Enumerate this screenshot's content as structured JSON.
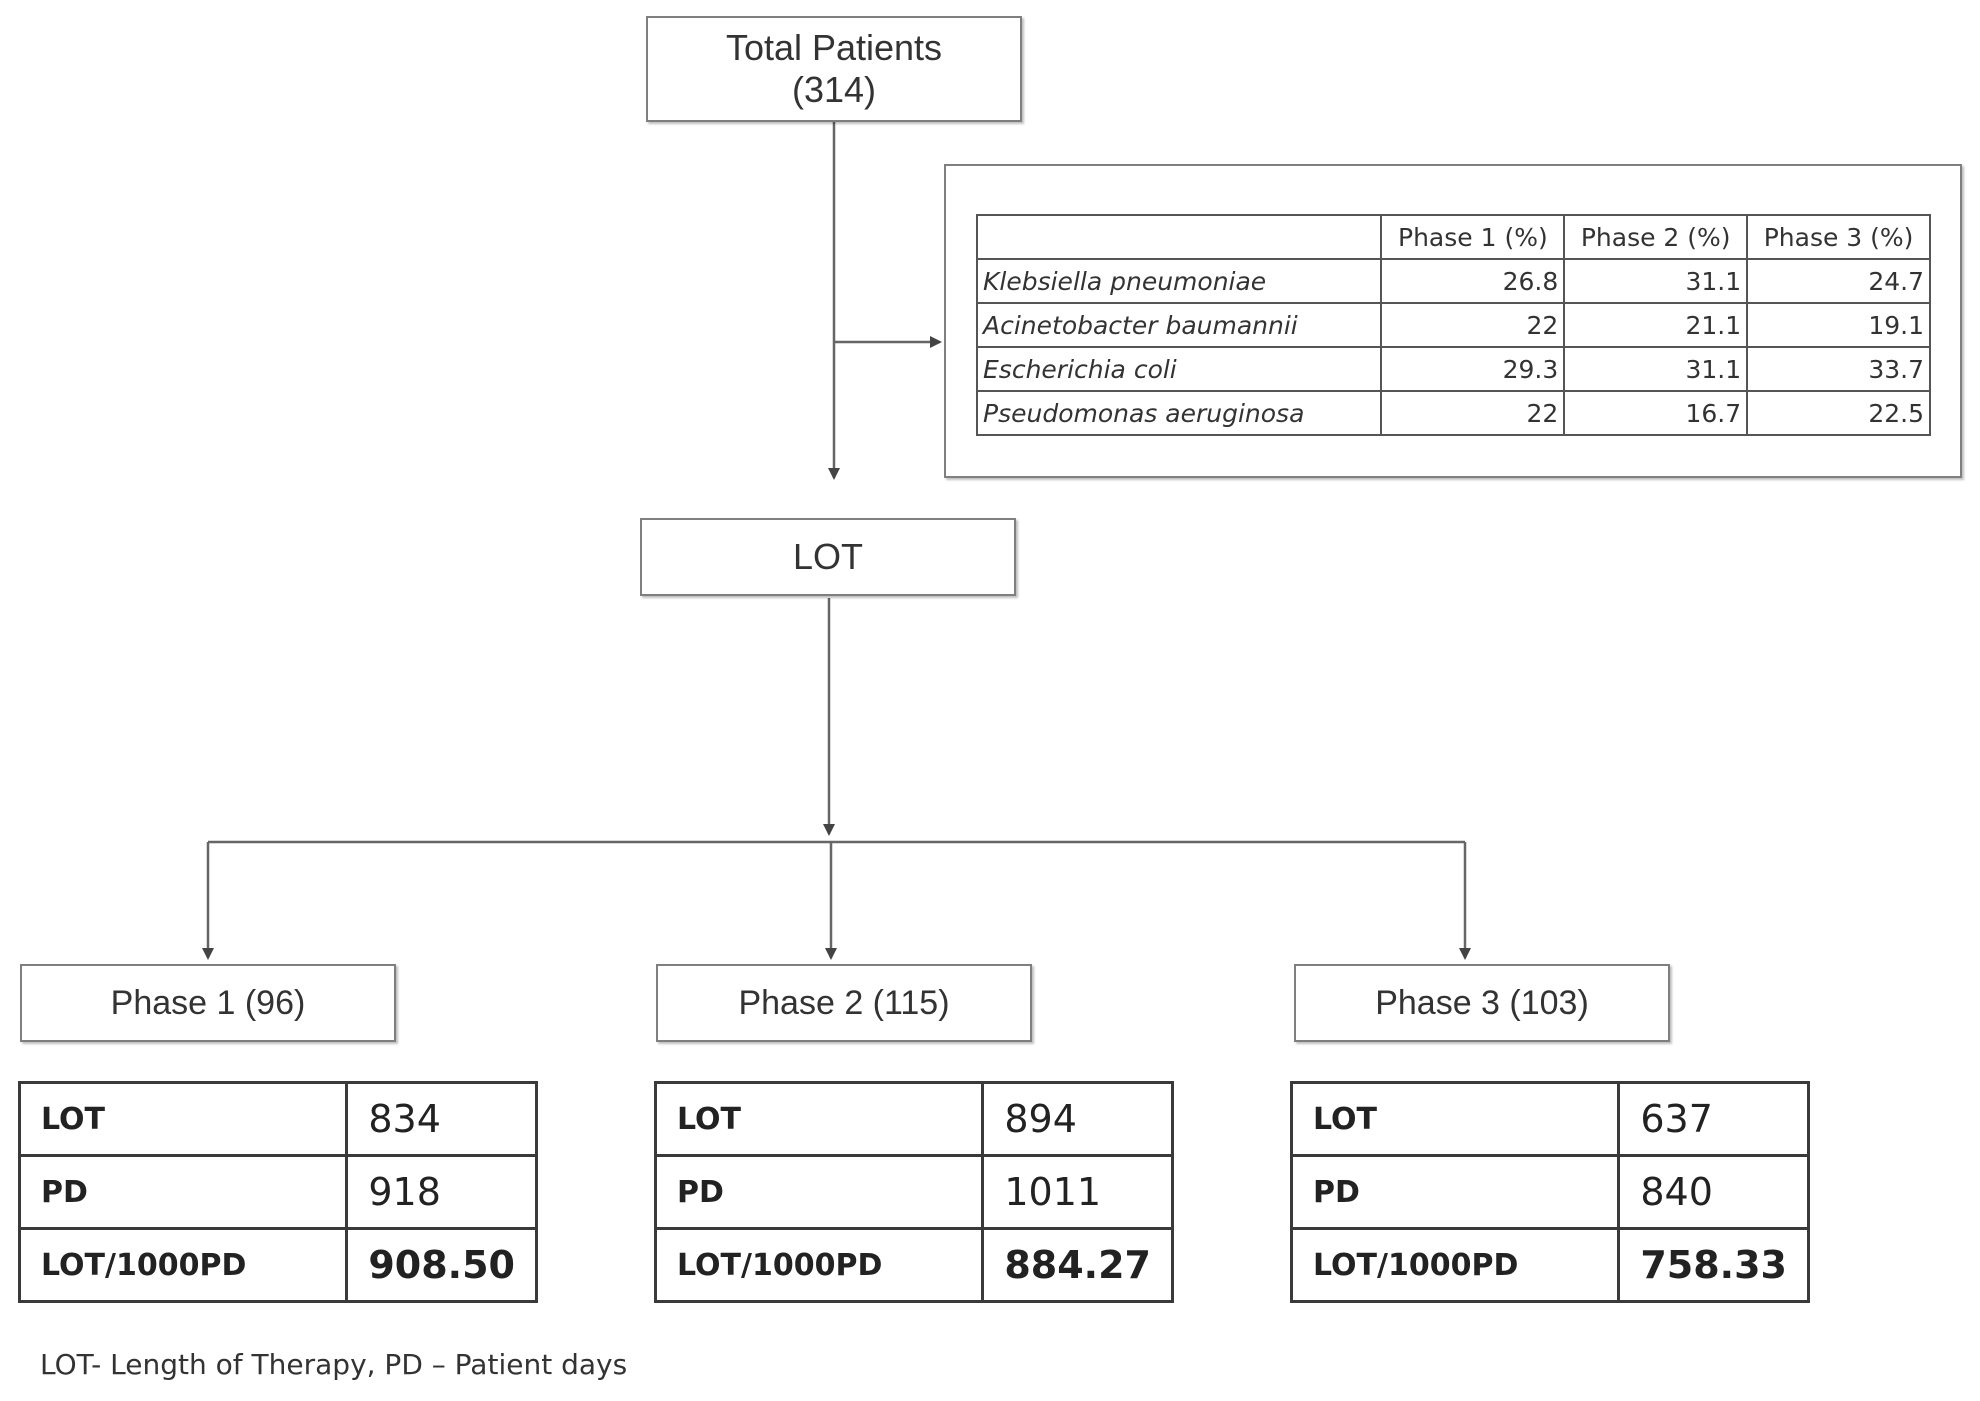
{
  "top_node": {
    "line1": "Total Patients",
    "line2": "(314)"
  },
  "lot_node": {
    "label": "LOT"
  },
  "organism_table": {
    "headers": [
      "",
      "Phase 1 (%)",
      "Phase 2 (%)",
      "Phase 3 (%)"
    ],
    "rows": [
      {
        "organism": "Klebsiella pneumoniae",
        "values": [
          "26.8",
          "31.1",
          "24.7"
        ]
      },
      {
        "organism": "Acinetobacter baumannii",
        "values": [
          "22",
          "21.1",
          "19.1"
        ]
      },
      {
        "organism": "Escherichia coli",
        "values": [
          "29.3",
          "31.1",
          "33.7"
        ]
      },
      {
        "organism": "Pseudomonas aeruginosa",
        "values": [
          "22",
          "16.7",
          "22.5"
        ]
      }
    ]
  },
  "phases": [
    {
      "label": "Phase 1 (96)",
      "rows": [
        {
          "key": "LOT",
          "value": "834"
        },
        {
          "key": "PD",
          "value": "918"
        },
        {
          "key": "LOT/1000PD",
          "value": "908.50"
        }
      ]
    },
    {
      "label": "Phase 2 (115)",
      "rows": [
        {
          "key": "LOT",
          "value": "894"
        },
        {
          "key": "PD",
          "value": "1011"
        },
        {
          "key": "LOT/1000PD",
          "value": "884.27"
        }
      ]
    },
    {
      "label": "Phase 3 (103)",
      "rows": [
        {
          "key": "LOT",
          "value": "637"
        },
        {
          "key": "PD",
          "value": "840"
        },
        {
          "key": "LOT/1000PD",
          "value": "758.33"
        }
      ]
    }
  ],
  "footnote": "LOT- Length of Therapy, PD – Patient days",
  "colors": {
    "box_border": "#7f7f7f",
    "connector": "#666666",
    "table_border": "#3a3a3a"
  }
}
